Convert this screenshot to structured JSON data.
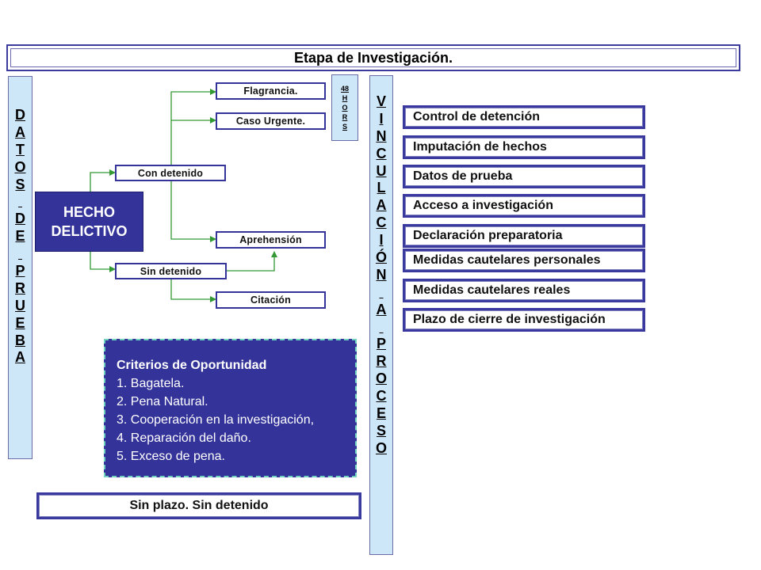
{
  "title": "Etapa de Investigación.",
  "datos_prueba": "DATOS DE PRUEBA",
  "vinculacion": "VINCULACIÓN A PROCESO",
  "hecho": [
    "HECHO",
    "DELICTIVO"
  ],
  "con_detenido": "Con detenido",
  "sin_detenido": "Sin detenido",
  "flagrancia": "Flagrancia.",
  "caso_urgente": "Caso Urgente.",
  "aprehension": "Aprehensión",
  "citacion": "Citación",
  "horas": "48HORS",
  "items": [
    "Control de detención",
    "Imputación de hechos",
    "Datos de prueba",
    "Acceso a investigación",
    "Declaración preparatoria",
    "Medidas cautelares personales",
    "Medidas cautelares reales",
    "Plazo de cierre de investigación"
  ],
  "criterios": {
    "title": "Criterios de Oportunidad",
    "list": [
      "1. Bagatela.",
      "2. Pena Natural.",
      "3. Cooperación en la investigación,",
      "4. Reparación del daño.",
      "5. Exceso de pena."
    ]
  },
  "sin_plazo": "Sin plazo. Sin detenido",
  "colors": {
    "navy": "#333399",
    "light_blue": "#cde6f8",
    "connector_green": "#339933",
    "border_blue": "#3a3a9e"
  }
}
